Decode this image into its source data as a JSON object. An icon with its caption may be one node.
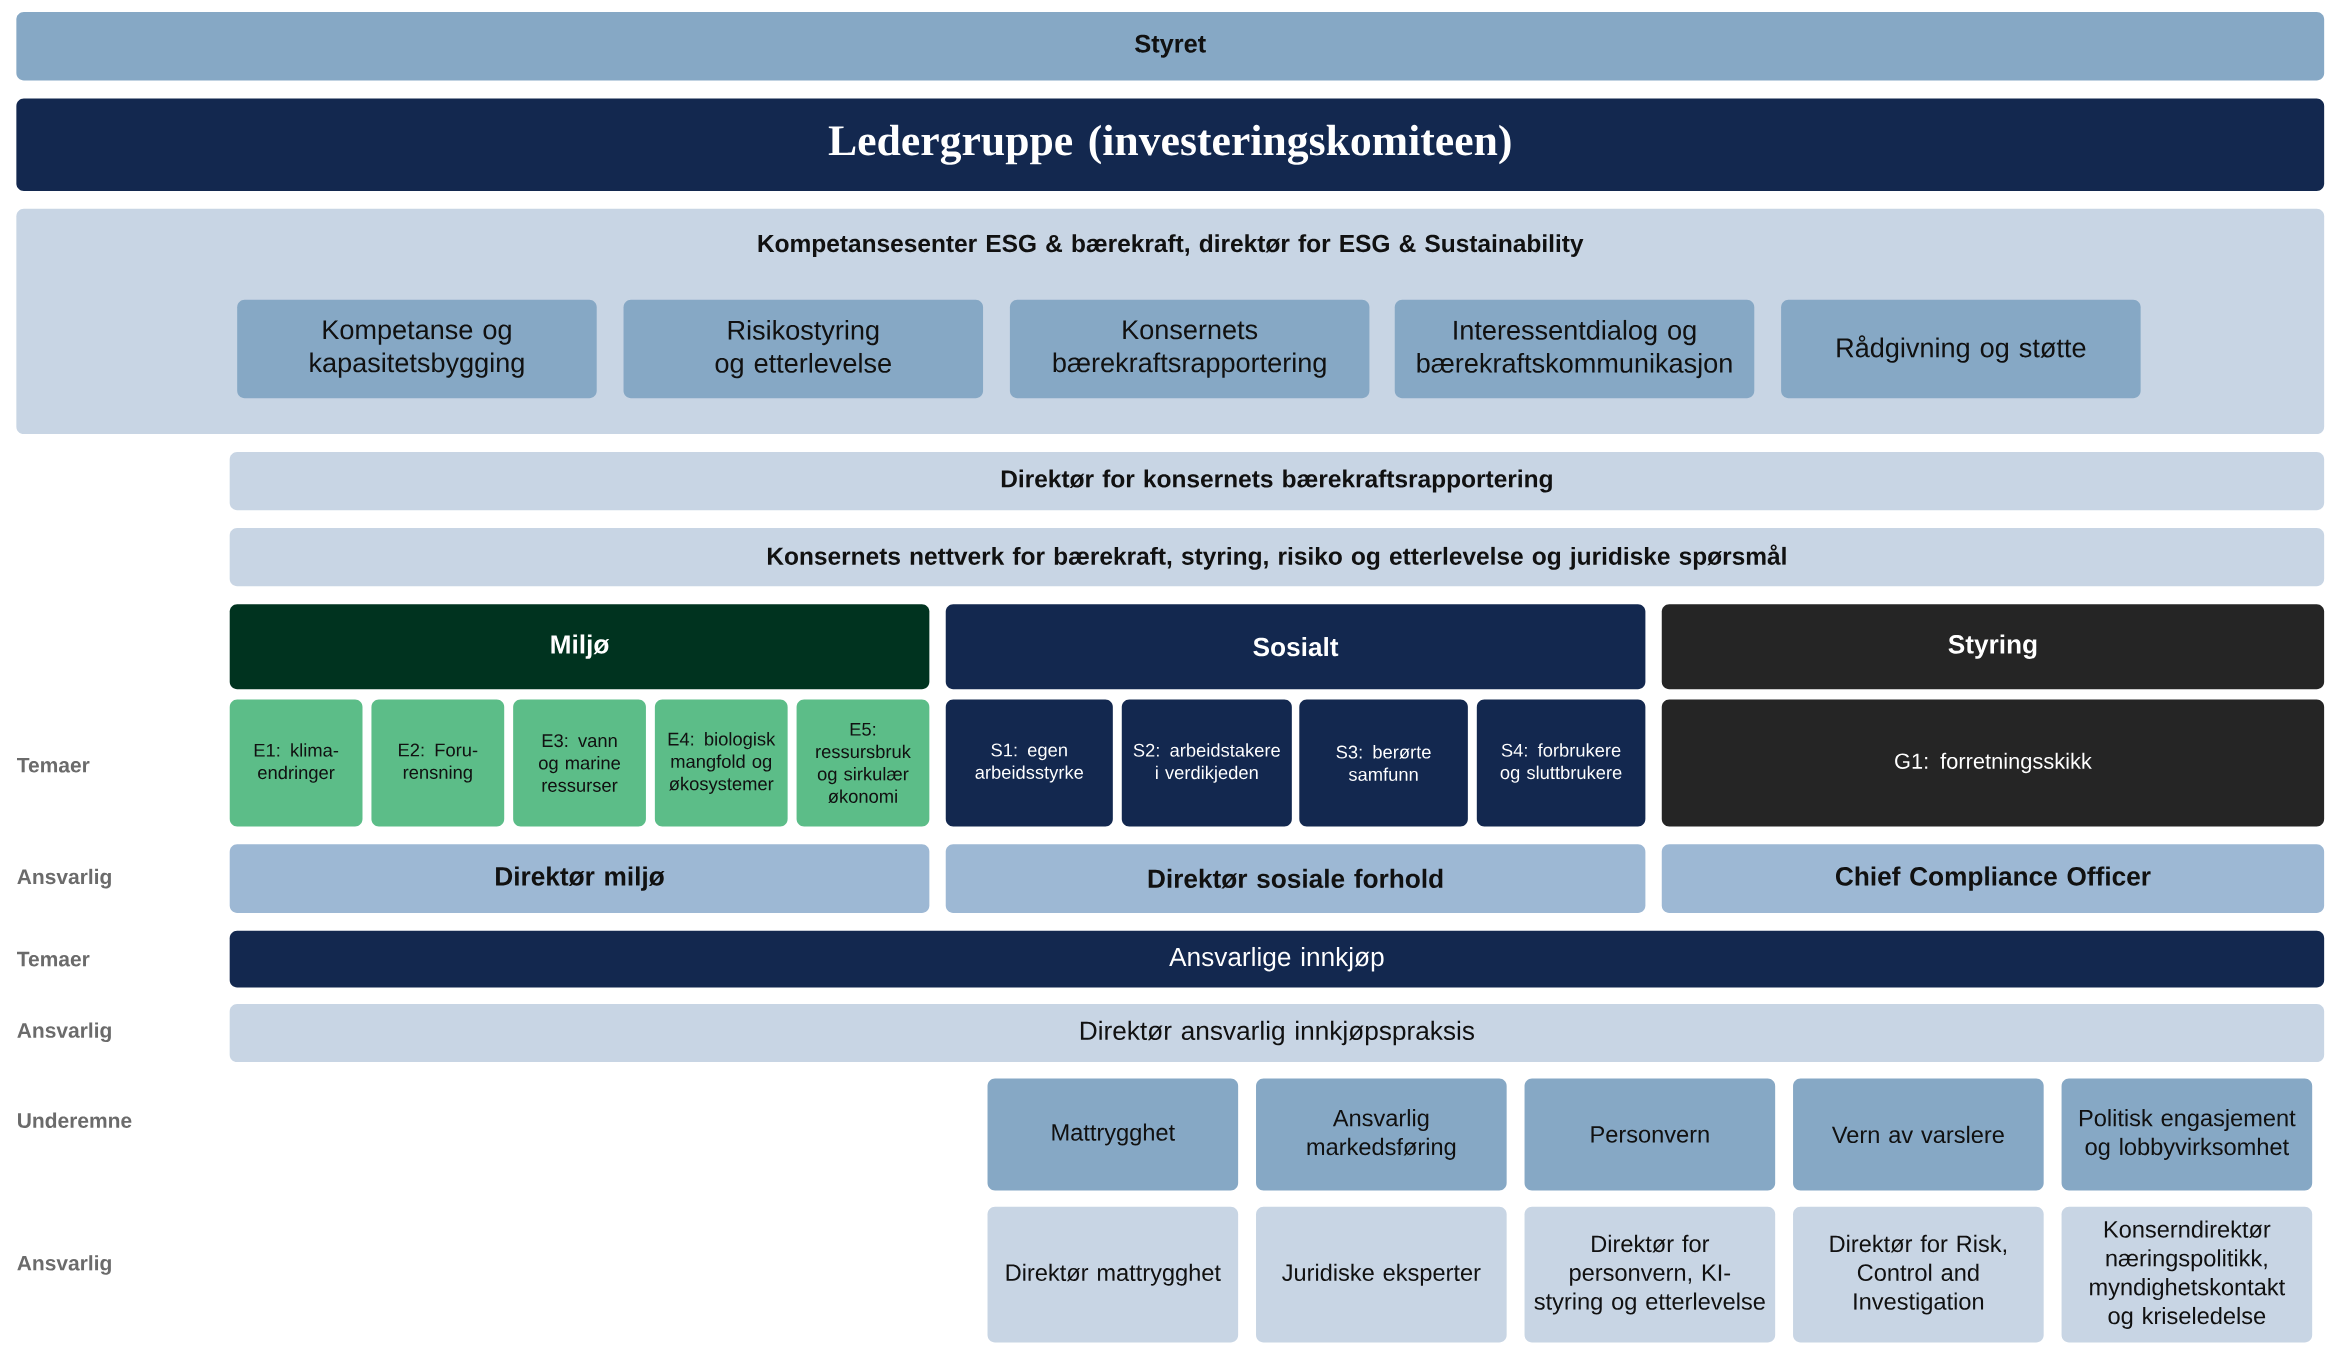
{
  "diagram": {
    "nodes": [
      {
        "text": [
          "Styret"
        ]
      },
      {
        "text": [
          "Ledergruppe (investeringskomiteen)"
        ]
      },
      {
        "text": [
          "Kompetansesenter ESG & bærekraft, direktør for ESG & Sustainability"
        ]
      },
      {
        "text": [
          "Kompetanse og kapasitetsbygging"
        ],
        "in": 2
      },
      {
        "text": [
          "Risikostyring og etterlevelse"
        ],
        "in": 2
      },
      {
        "text": [
          "Konsernets bærekraftsrapportering"
        ],
        "in": 2
      },
      {
        "text": [
          "Interessentdialog og bærekraftskommunikasjon"
        ],
        "in": 2
      },
      {
        "text": [
          "Rådgivning og støtte"
        ],
        "in": 2
      },
      {
        "text": [
          "Direktør for konsernets bærekraftsrapportering"
        ]
      },
      {
        "text": [
          "Konsernets nettverk for bærekraft, styring, risiko og etterlevelse og juridiske spørsmål"
        ]
      },
      {
        "text": [
          "Miljø"
        ]
      },
      {
        "text": [
          "Sosialt"
        ]
      },
      {
        "text": [
          "Styring"
        ]
      },
      {
        "text": [
          "E1: klima- endringer"
        ]
      },
      {
        "text": [
          "E2: Foru- rensning"
        ]
      },
      {
        "text": [
          "E3: vann og marine ressurser"
        ]
      },
      {
        "text": [
          "E4: biologisk mangfold og økosystemer"
        ]
      },
      {
        "text": [
          "E5: ressursbruk og sirkulær økonomi"
        ]
      },
      {
        "text": [
          "S1: egen arbeidsstyrke"
        ]
      },
      {
        "text": [
          "S2: arbeidstakere i verdikjeden"
        ]
      },
      {
        "text": [
          "S3: berørte samfunn"
        ]
      },
      {
        "text": [
          "S4: forbrukere og sluttbrukere"
        ]
      },
      {
        "text": [
          "G1: forretningsskikk"
        ]
      },
      {
        "text": [
          "Direktør miljø"
        ]
      },
      {
        "text": [
          "Direktør sosiale forhold"
        ]
      },
      {
        "text": [
          "Chief Compliance Officer"
        ]
      },
      {
        "text": [
          "Ansvarlige innkjøp"
        ]
      },
      {
        "text": [
          "Direktør ansvarlig innkjøpspraksis"
        ]
      },
      {
        "text": [
          "Mattrygghet"
        ]
      },
      {
        "text": [
          "Ansvarlig markedsføring"
        ]
      },
      {
        "text": [
          "Personvern"
        ]
      },
      {
        "text": [
          "Vern av varslere"
        ]
      },
      {
        "text": [
          "Politisk engasjement og lobbyvirksomhet"
        ]
      },
      {
        "text": [
          "Direktør mattrygghet"
        ]
      },
      {
        "text": [
          "Juridiske eksperter"
        ]
      },
      {
        "text": [
          "Direktør for personvern, KI-styring og etterlevelse"
        ]
      },
      {
        "text": [
          "Direktør for Risk, Control and Investigation"
        ]
      },
      {
        "text": [
          "Konserndirektør næringspolitikk, myndighetskontakt og kriseledelse"
        ]
      }
    ],
    "labels": [
      "Temaer",
      "Ansvarlig",
      "Temaer",
      "Ansvarlig",
      "Underemne",
      "Ansvarlig"
    ]
  }
}
